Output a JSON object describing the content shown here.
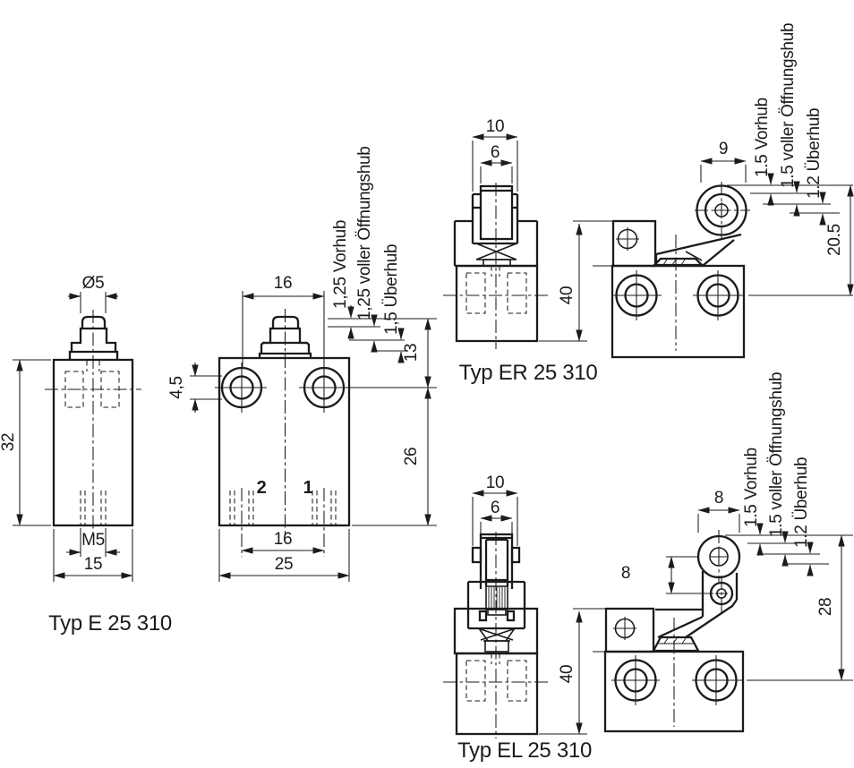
{
  "typ_e": {
    "title": "Typ E 25 310",
    "side_view": {
      "plunger_diameter": "Ø5",
      "body_height": "32",
      "thread": "M5",
      "body_depth": "15"
    },
    "front_view": {
      "plunger_flange_width": "16",
      "port_bore": "4,5",
      "vorhub": "1,25 Vorhub",
      "oeffnungshub": "1,25 voller Öffnungshub",
      "ueberhub": "1,5 Überhub",
      "tip_to_ports": "13",
      "ports_to_base": "26",
      "port_spacing": "16",
      "body_width": "25",
      "port_2": "2",
      "port_1": "1"
    }
  },
  "typ_er": {
    "title": "Typ ER 25 310",
    "front_view": {
      "bracket_width": "10",
      "roller_width": "6",
      "body_height": "40"
    },
    "side_view": {
      "roller_diameter": "9",
      "vorhub": "1.5 Vorhub",
      "oeffnungshub": "1.5 voller Öffnungshub",
      "ueberhub": "1.2 Überhub",
      "roller_to_mount": "20.5"
    }
  },
  "typ_el": {
    "title": "Typ EL 25 310",
    "front_view": {
      "bracket_width": "10",
      "roller_width": "6",
      "body_height": "40"
    },
    "side_view": {
      "roller_diameter": "8",
      "roller_to_pivot": "8",
      "vorhub": "1.5 Vorhub",
      "oeffnungshub": "1.5 voller Öffnungshub",
      "ueberhub": "1.2 Überhub",
      "roller_to_mount": "28"
    }
  }
}
